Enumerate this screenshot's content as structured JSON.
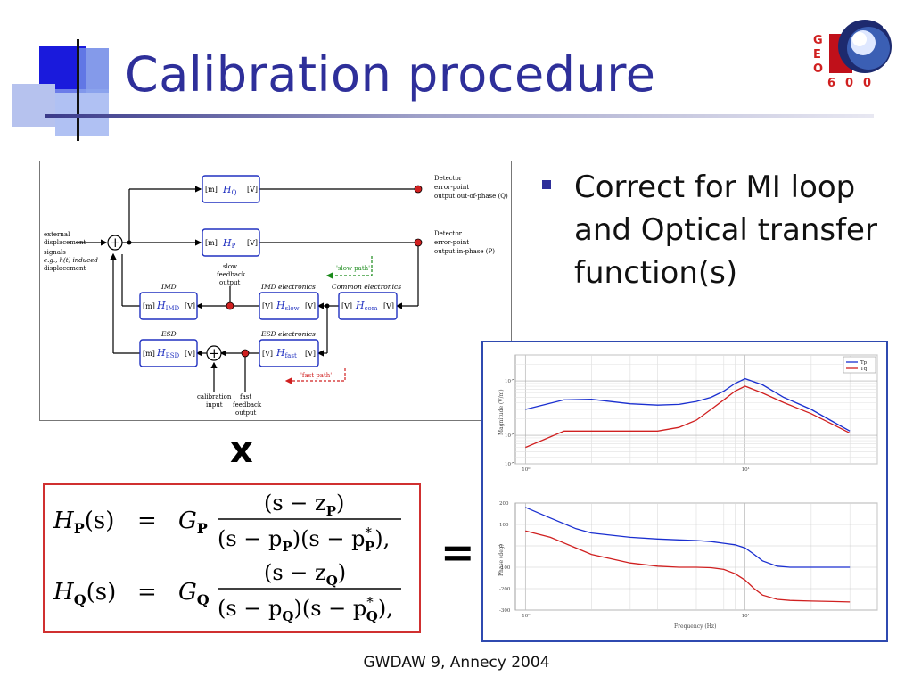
{
  "slide": {
    "title": "Calibration procedure",
    "footer": "GWDAW 9, Annecy 2004",
    "bullet": "Correct for MI loop and Optical transfer function(s)",
    "times_symbol": "x",
    "equals_symbol": "="
  },
  "logo": {
    "letters": [
      "G",
      "E",
      "O"
    ],
    "number": [
      "6",
      "0",
      "0"
    ]
  },
  "block_diagram": {
    "input_label": [
      "external",
      "displacement",
      "signals",
      "e.g., h(t) induced",
      "displacement"
    ],
    "output_q": [
      "Detector",
      "error-point",
      "output out-of-phase (Q)"
    ],
    "output_p": [
      "Detector",
      "error-point",
      "output in-phase (P)"
    ],
    "slow_feedback": [
      "slow",
      "feedback",
      "output"
    ],
    "fast_feedback": [
      "fast",
      "feedback",
      "output"
    ],
    "calibration_input": [
      "calibration",
      "input"
    ],
    "slow_path": "'slow path'",
    "fast_path": "'fast path'",
    "group_imd": "IMD",
    "group_imd_electronics": "IMD electronics",
    "group_common_electronics": "Common electronics",
    "group_esd": "ESD",
    "group_esd_electronics": "ESD electronics",
    "blocks": {
      "hq": {
        "name": "H",
        "sub": "Q",
        "in": "[m]",
        "out": "[V]"
      },
      "hp": {
        "name": "H",
        "sub": "P",
        "in": "[m]",
        "out": "[V]"
      },
      "himd": {
        "name": "H",
        "sub": "IMD",
        "in": "[m]",
        "out": "[V]"
      },
      "hslow": {
        "name": "H",
        "sub": "slow",
        "in": "[V]",
        "out": "[V]"
      },
      "hcom": {
        "name": "H",
        "sub": "com",
        "in": "[V]",
        "out": "[V]"
      },
      "hesd": {
        "name": "H",
        "sub": "ESD",
        "in": "[m]",
        "out": "[V]"
      },
      "hfast": {
        "name": "H",
        "sub": "fast",
        "in": "[V]",
        "out": "[V]"
      }
    }
  },
  "formula": {
    "line1": {
      "lhs": "H",
      "lhs_sub": "P",
      "arg": "(s)",
      "eq": "=",
      "gain": "G",
      "gain_sub": "P",
      "num": "(s − z",
      "num_sub": "P",
      "den_a": "(s − p",
      "den_a_sub": "P",
      "den_b": ")(s − p",
      "den_b_sup": "*",
      "den_b_sub": "P",
      "tail": "),"
    },
    "line2": {
      "lhs": "H",
      "lhs_sub": "Q",
      "arg": "(s)",
      "eq": "=",
      "gain": "G",
      "gain_sub": "Q",
      "num": "(s − z",
      "num_sub": "Q",
      "den_a": "(s − p",
      "den_a_sub": "Q",
      "den_b": ")(s − p",
      "den_b_sup": "*",
      "den_b_sub": "Q",
      "tail": "),"
    }
  },
  "chart_data": [
    {
      "type": "line",
      "title": "",
      "xlabel": "",
      "ylabel": "Magnitude (V/m)",
      "x_scale": "log",
      "y_scale": "log",
      "x_ticks": [
        "10^0",
        "10^1"
      ],
      "y_ticks": [
        "10^",
        "10^",
        "10^"
      ],
      "grid": true,
      "legend_position": "top-right",
      "series": [
        {
          "name": "Tp",
          "color": "#1a2fd0",
          "x": [
            1,
            1.5,
            2,
            3,
            4,
            5,
            6,
            7,
            8,
            9,
            10,
            12,
            15,
            20,
            25,
            30
          ],
          "y": [
            3.0,
            4.5,
            4.6,
            3.8,
            3.6,
            3.7,
            4.2,
            5.0,
            6.5,
            9.0,
            11.0,
            8.5,
            5.0,
            3.0,
            1.8,
            1.2
          ]
        },
        {
          "name": "Tq",
          "color": "#d02020",
          "x": [
            1,
            1.5,
            2,
            3,
            4,
            5,
            6,
            7,
            8,
            9,
            10,
            12,
            15,
            20,
            25,
            30
          ],
          "y": [
            0.6,
            1.2,
            1.2,
            1.2,
            1.2,
            1.4,
            1.9,
            3.0,
            4.5,
            6.5,
            8.0,
            6.0,
            4.0,
            2.5,
            1.6,
            1.1
          ]
        }
      ]
    },
    {
      "type": "line",
      "title": "",
      "xlabel": "Frequency (Hz)",
      "ylabel": "Phase (deg)",
      "x_scale": "log",
      "x_ticks": [
        "10^0",
        "10^1"
      ],
      "y_ticks": [
        "200",
        "100",
        "0",
        "-100",
        "-200",
        "-300"
      ],
      "ylim": [
        -300,
        200
      ],
      "grid": true,
      "series": [
        {
          "name": "Tp",
          "color": "#1a2fd0",
          "x": [
            1,
            1.3,
            1.7,
            2,
            3,
            4,
            5,
            6,
            7,
            8,
            9,
            10,
            11,
            12,
            14,
            16,
            20,
            25,
            30
          ],
          "y": [
            180,
            130,
            80,
            60,
            40,
            32,
            28,
            25,
            20,
            12,
            5,
            -10,
            -40,
            -70,
            -95,
            -100,
            -100,
            -100,
            -100
          ]
        },
        {
          "name": "Tq",
          "color": "#d02020",
          "x": [
            1,
            1.3,
            1.7,
            2,
            3,
            4,
            5,
            6,
            7,
            8,
            9,
            10,
            11,
            12,
            14,
            16,
            20,
            25,
            30
          ],
          "y": [
            70,
            40,
            -10,
            -40,
            -80,
            -95,
            -100,
            -100,
            -102,
            -110,
            -130,
            -160,
            -200,
            -230,
            -250,
            -255,
            -258,
            -260,
            -262
          ]
        }
      ]
    }
  ]
}
